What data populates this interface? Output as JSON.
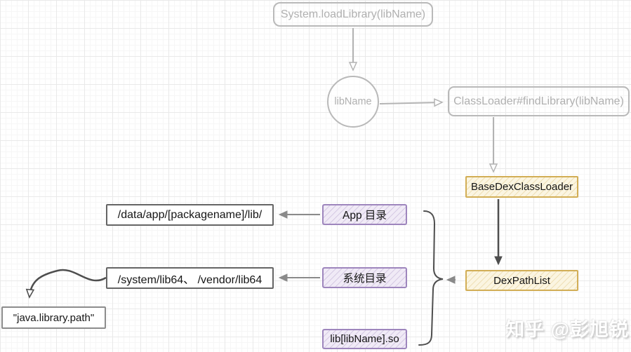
{
  "nodes": {
    "system_loadlibrary": "System.loadLibrary(libName)",
    "libname": "libName",
    "classloader_findlibrary": "ClassLoader#findLibrary(libName)",
    "basedexclassloader": "BaseDexClassLoader",
    "dexpathlist": "DexPathList",
    "data_app_lib_path": "/data/app/[packagename]/lib/",
    "app_dir": "App 目录",
    "system_lib_paths": "/system/lib64、 /vendor/lib64",
    "system_dir": "系统目录",
    "java_library_path": "\"java.library.path\"",
    "lib_so": "lib[libName].so"
  },
  "watermark": "知乎 @彭旭锐",
  "colors": {
    "gray_border": "#b9b9b9",
    "gray_text": "#b0b0b0",
    "dark_border": "#656565",
    "mid_border": "#8c8c8c",
    "yellow_border": "#d2ae56",
    "yellow_fill": "#fbf5e1",
    "purple_border": "#9e86bd",
    "purple_fill": "#f0eaf6",
    "arrow_light": "#b3b3b3",
    "arrow_mid": "#8a8a8a",
    "arrow_dark": "#4e4e4e"
  }
}
